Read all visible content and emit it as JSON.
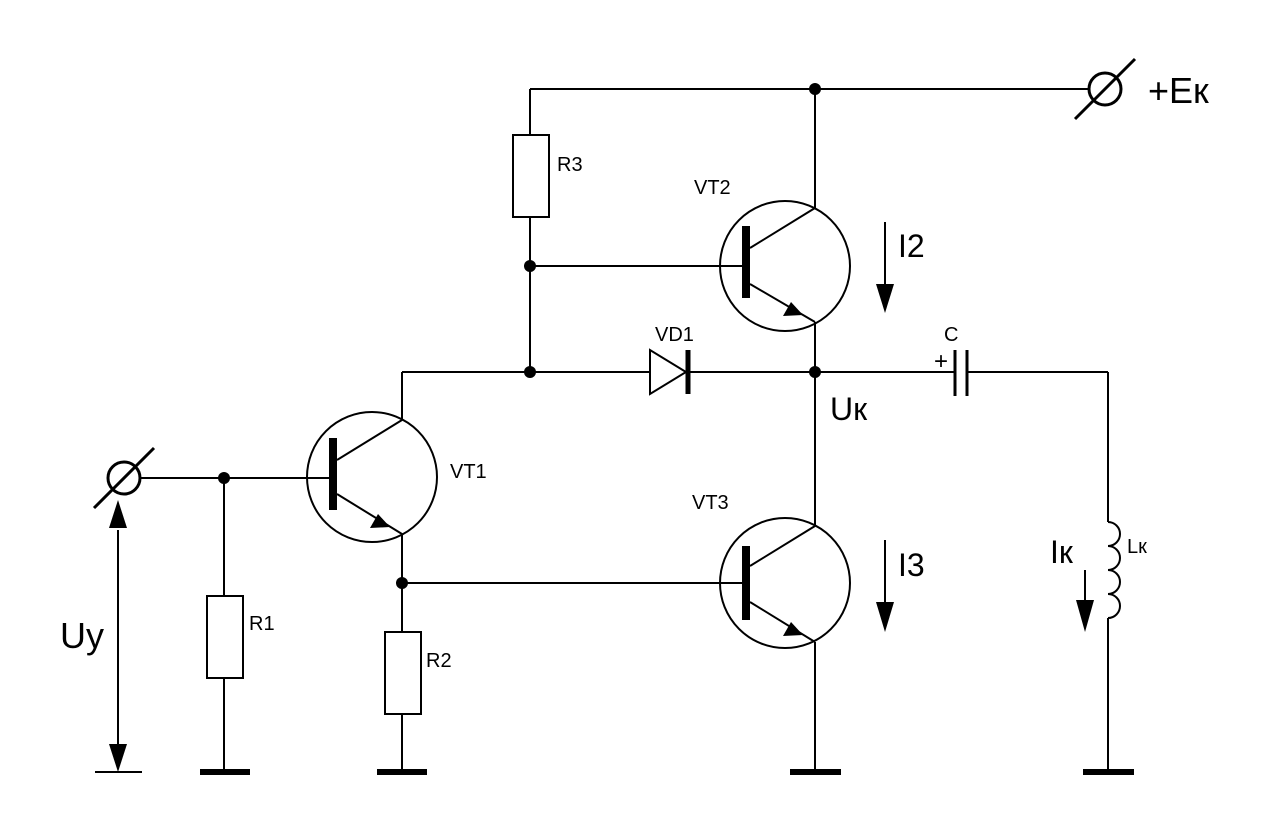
{
  "labels": {
    "supply": "+Eк",
    "r1": "R1",
    "r2": "R2",
    "r3": "R3",
    "vt1": "VT1",
    "vt2": "VT2",
    "vt3": "VT3",
    "vd1": "VD1",
    "cap": "C",
    "cap_plus": "+",
    "inductor": "Lк",
    "u_in": "Uy",
    "u_out": "Uк",
    "i2": "I2",
    "i3": "I3",
    "ik": "Iк"
  }
}
